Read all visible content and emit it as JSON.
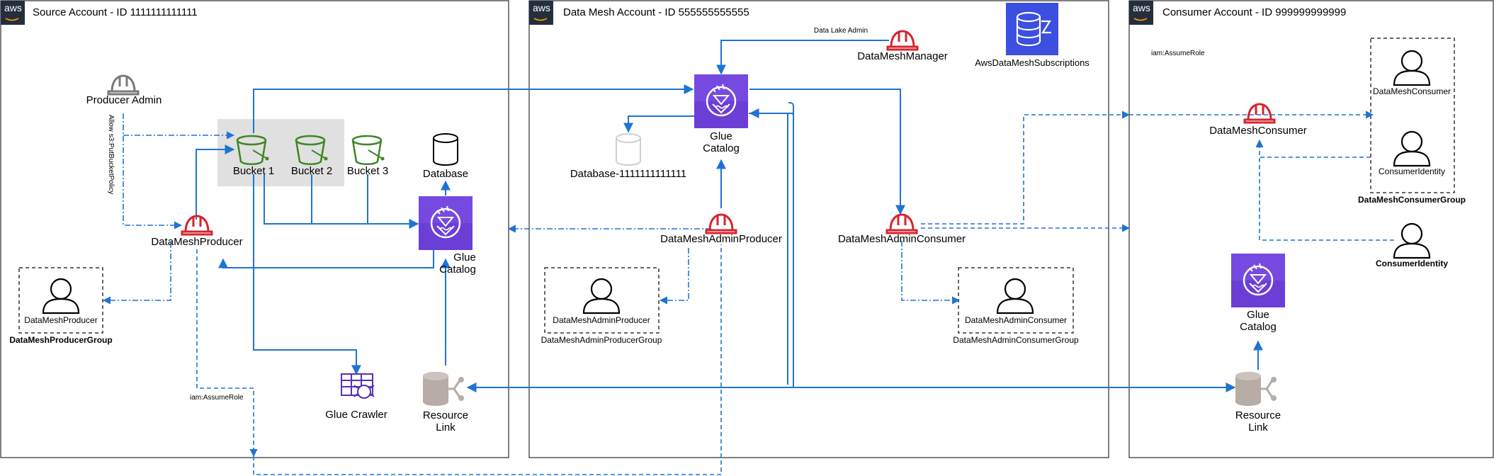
{
  "accounts": {
    "source": "Source Account - ID 1111111111111",
    "mesh": "Data Mesh Account - ID 555555555555",
    "consumer": "Consumer Account - ID 999999999999",
    "logo": "aws"
  },
  "source": {
    "producer_admin": "Producer Admin",
    "policy_edge": "Allow s3:PutBucketPolicy",
    "buckets": [
      "Bucket 1",
      "Bucket 2",
      "Bucket 3"
    ],
    "database": "Database",
    "glue_catalog": [
      "Glue",
      "Catalog"
    ],
    "producer_role": "DataMeshProducer",
    "producer_user": "DataMeshProducer",
    "producer_group": "DataMeshProducerGroup",
    "assume_role": "iam:AssumeRole",
    "crawler": "Glue Crawler",
    "resource_link": [
      "Resource",
      "Link"
    ]
  },
  "mesh": {
    "data_lake_admin": "Data Lake Admin",
    "manager": "DataMeshManager",
    "subscriptions": "AwsDataMeshSubscriptions",
    "glue_catalog": [
      "Glue",
      "Catalog"
    ],
    "database": "Database-1111111111111",
    "admin_producer": "DataMeshAdminProducer",
    "admin_producer_user": "DataMeshAdminProducer",
    "admin_producer_group": "DataMeshAdminProducerGroup",
    "admin_consumer": "DataMeshAdminConsumer",
    "admin_consumer_user": "DataMeshAdminConsumer",
    "admin_consumer_group": "DataMeshAdminConsumerGroup"
  },
  "consumer": {
    "assume_role": "iam:AssumeRole",
    "consumer_role": "DataMeshConsumer",
    "consumer_user": "DataMeshConsumer",
    "identity_in_group": "ConsumerIdentity",
    "group": "DataMeshConsumerGroup",
    "identity": "ConsumerIdentity",
    "glue_catalog": [
      "Glue",
      "Catalog"
    ],
    "resource_link": [
      "Resource",
      "Link"
    ]
  },
  "colors": {
    "flow": "#1f74d1",
    "iam_red": "#d6242d",
    "bucket_green": "#3f8624",
    "glue_purple": "#6b3fd6",
    "dynamo_blue": "#3b4fe0",
    "crawler_purple": "#5a2fb4",
    "grey": "#b7aca6"
  },
  "icons": {
    "role": "hard-hat-icon",
    "bucket": "s3-bucket-icon",
    "database": "database-icon",
    "glue": "glue-catalog-icon",
    "user": "user-icon",
    "crawler": "glue-crawler-icon",
    "link": "resource-link-icon",
    "table": "dynamodb-table-icon"
  }
}
